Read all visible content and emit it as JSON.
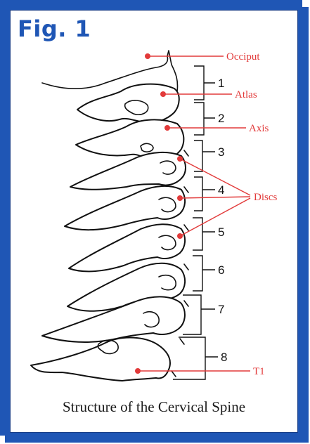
{
  "figure": {
    "fig_label": "Fig. 1",
    "caption": "Structure of the Cervical Spine"
  },
  "labels": {
    "occiput": "Occiput",
    "atlas": "Atlas",
    "axis": "Axis",
    "discs": "Discs",
    "t1": "T1"
  },
  "segment_numbers": [
    "1",
    "2",
    "3",
    "4",
    "5",
    "6",
    "7",
    "8"
  ],
  "colors": {
    "frame": "#1f56b5",
    "label_red": "#e23a3a",
    "ink": "#111111"
  }
}
